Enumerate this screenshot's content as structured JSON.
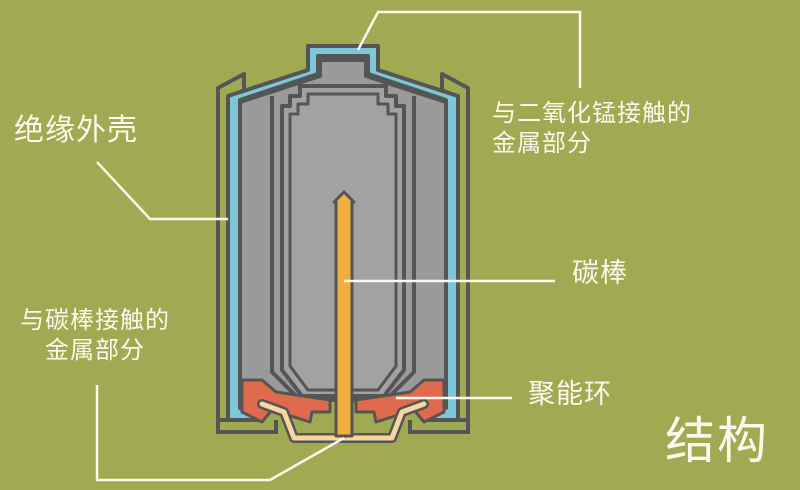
{
  "diagram": {
    "title": "结构",
    "background_color": "#9faa52",
    "colors": {
      "outline": "#555555",
      "body_gray": "#9a9a9a",
      "inner_gray": "#a2a2a2",
      "insulation_blue": "#7cc8d8",
      "carbon_rod": "#f0b040",
      "sealing_ring": "#e06a4e",
      "bottom_contact": "#f6d7a0",
      "leader_line": "#fbf9ec"
    },
    "labels": {
      "insulating_shell": "绝缘外壳",
      "mno2_contact_line1": "与二氧化锰接触的",
      "mno2_contact_line2": "金属部分",
      "carbon_rod": "碳棒",
      "carbon_contact_line1": "与碳棒接触的",
      "carbon_contact_line2": "金属部分",
      "sealing_ring": "聚能环"
    },
    "components": [
      {
        "name": "绝缘外壳",
        "part": "insulating-shell"
      },
      {
        "name": "与二氧化锰接触的金属部分",
        "part": "top-metal-cap"
      },
      {
        "name": "碳棒",
        "part": "carbon-rod"
      },
      {
        "name": "与碳棒接触的金属部分",
        "part": "bottom-metal-contact"
      },
      {
        "name": "聚能环",
        "part": "sealing-ring"
      }
    ]
  }
}
